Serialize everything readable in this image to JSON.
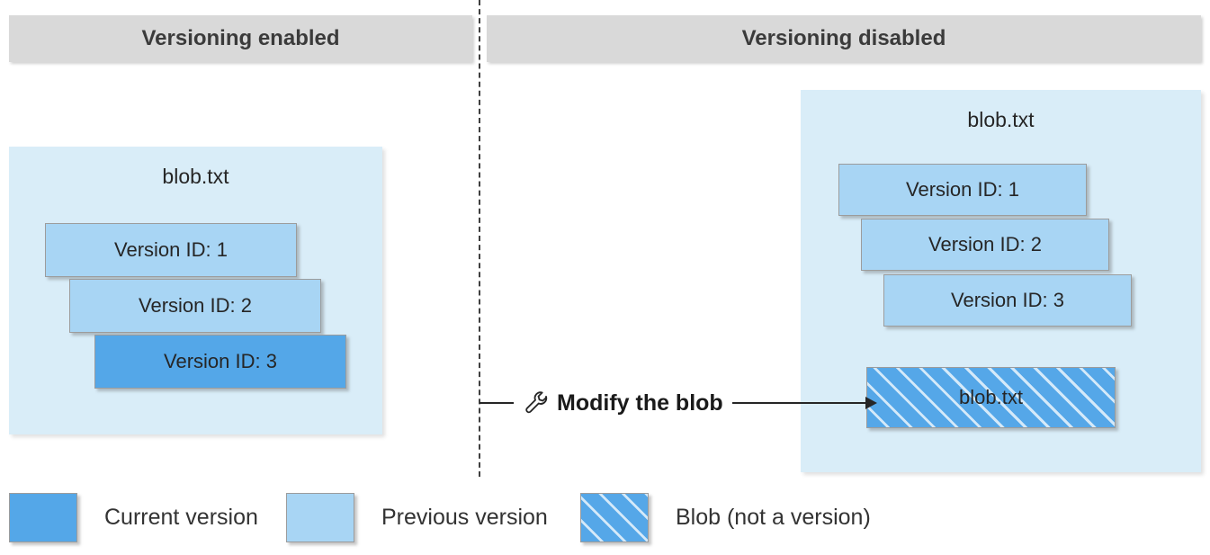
{
  "panels": {
    "left": {
      "header": "Versioning enabled",
      "blob_title": "blob.txt",
      "versions": [
        {
          "label": "Version ID: 1",
          "type": "previous"
        },
        {
          "label": "Version ID: 2",
          "type": "previous"
        },
        {
          "label": "Version ID: 3",
          "type": "current"
        }
      ]
    },
    "right": {
      "header": "Versioning disabled",
      "blob_title": "blob.txt",
      "versions": [
        {
          "label": "Version ID: 1",
          "type": "previous"
        },
        {
          "label": "Version ID: 2",
          "type": "previous"
        },
        {
          "label": "Version ID: 3",
          "type": "previous"
        }
      ],
      "blob_box_label": "blob.txt"
    }
  },
  "action": {
    "icon": "wrench-icon",
    "label": "Modify the blob"
  },
  "legend": [
    {
      "label": "Current version",
      "swatch": "current"
    },
    {
      "label": "Previous version",
      "swatch": "previous"
    },
    {
      "label": "Blob (not a version)",
      "swatch": "hatched"
    }
  ],
  "colors": {
    "header_bg": "#d9d9d9",
    "container_bg": "#d9edf8",
    "previous_version": "#a8d5f4",
    "current_version": "#54a7e8",
    "hatch_stripe": "#ffffff",
    "text": "#262626"
  }
}
